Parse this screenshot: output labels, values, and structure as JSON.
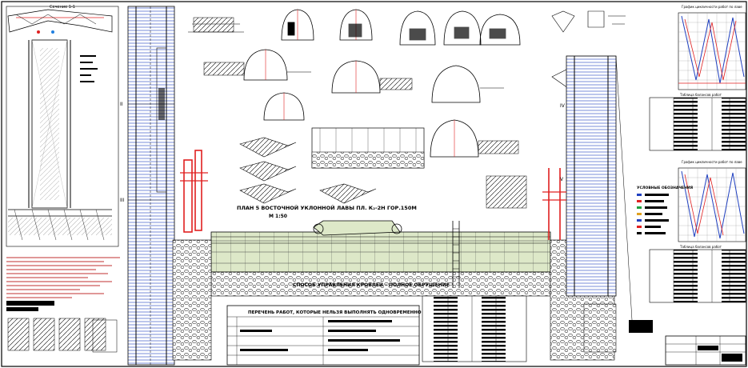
{
  "sheet": {
    "frame_color": "#000000",
    "roof_control_label": "СПОСОБ УПРАВЛЕНИЯ КРОВЛЕЙ – ПОЛНОЕ ОБРУШЕНИЕ",
    "plan_title_line1": "ПЛАН 5 ВОСТОЧНОЙ УКЛОННОЙ ЛАВЫ ПЛ. К₂-2Н ГОР.150М",
    "plan_title_line2": "М 1:50",
    "works_table_title": "ПЕРЕЧЕНЬ РАБОТ, КОТОРЫЕ НЕЛЬЗЯ ВЫПОЛНЯТЬ ОДНОВРЕМЕННО",
    "legend_title": "УСЛОВНЫЕ ОБОЗНАЧЕНИЯ",
    "top_left_label": "Сечение 1-1",
    "graph_title_top": "График цикличности работ по лаве",
    "graph_title_mid": "График цикличности работ по лаве",
    "table_title_top": "Таблица балансов работ",
    "table_title_mid": "Таблица балансов работ",
    "tick_ii": "II",
    "tick_iii": "III",
    "tick_iv": "IV",
    "tick_v": "V"
  },
  "colors": {
    "face_fill": "#dde8c8",
    "alert_red": "#e02020",
    "support_blue": "#2040c0",
    "rock_gray": "#9a9a9a",
    "line": "#000000"
  }
}
